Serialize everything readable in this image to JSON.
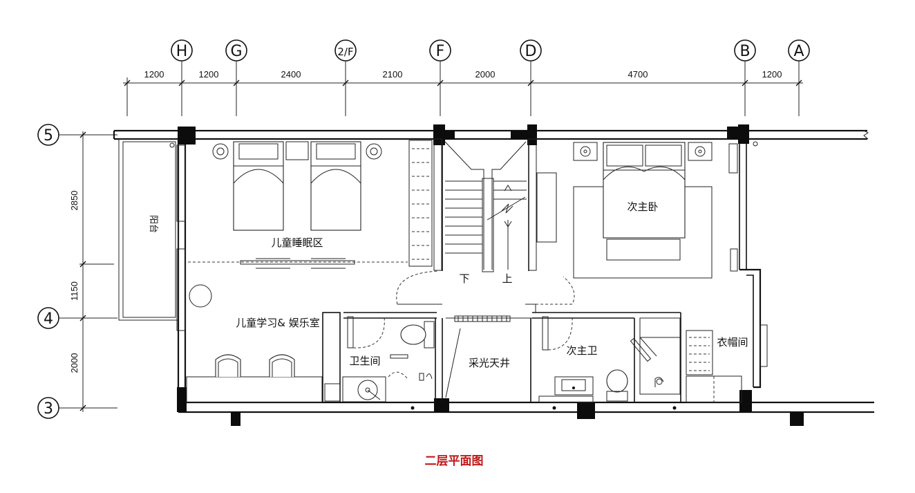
{
  "axes": {
    "columns": [
      "H",
      "G",
      "2/F",
      "F",
      "D",
      "B",
      "A"
    ],
    "rows": [
      "5",
      "4",
      "3"
    ]
  },
  "dimensions": {
    "top": [
      "1200",
      "1200",
      "2400",
      "2100",
      "2000",
      "4700",
      "1200"
    ],
    "left": [
      "2850",
      "1150",
      "2000"
    ]
  },
  "rooms": {
    "balcony": "阳台",
    "kids_sleep": "儿童睡眠区",
    "kids_study": "儿童学习& 娱乐室",
    "bathroom": "卫生间",
    "skylight": "采光天井",
    "second_master_bath": "次主卫",
    "second_master_bed": "次主卧",
    "closet": "衣帽间",
    "stair_down": "下",
    "stair_up": "上"
  },
  "title": "二层平面图",
  "colors": {
    "title": "#c01818",
    "lines": "#111111",
    "columns": "#0c0c0c"
  }
}
